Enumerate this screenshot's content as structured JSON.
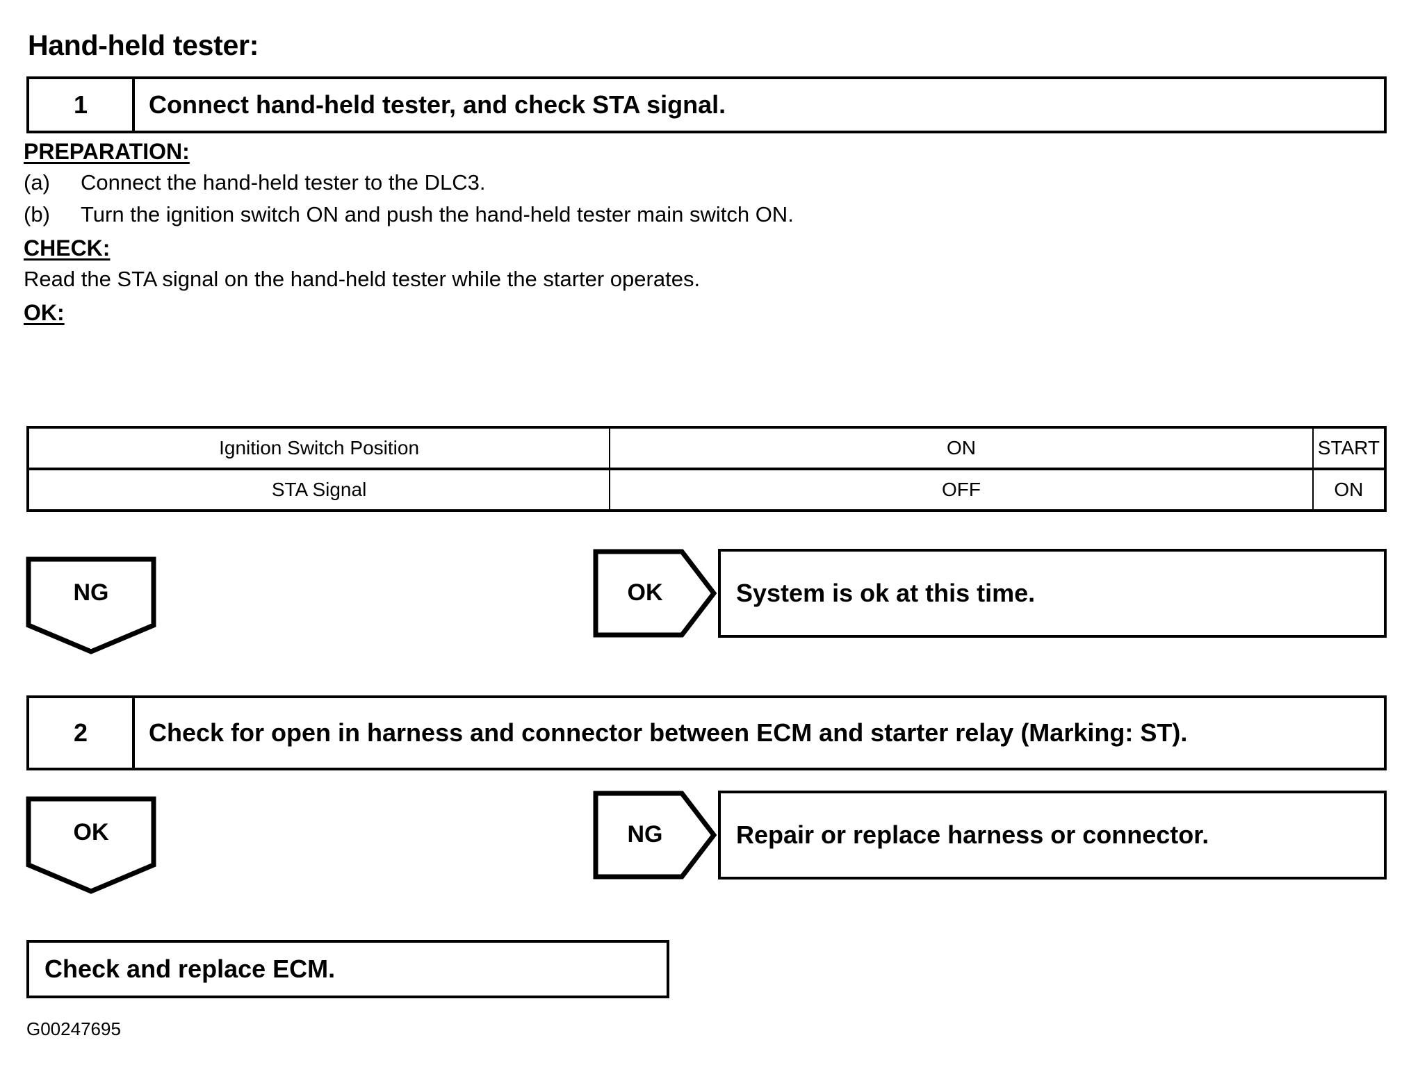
{
  "page": {
    "title": "Hand-held tester:",
    "figure_code": "G00247695"
  },
  "steps": [
    {
      "number": "1",
      "text": "Connect hand-held tester, and check STA signal."
    },
    {
      "number": "2",
      "text": "Check for open in harness and connector between ECM and starter relay (Marking: ST)."
    }
  ],
  "preparation": {
    "heading": "PREPARATION:",
    "items": [
      {
        "label": "(a)",
        "text": "Connect the hand-held tester to the DLC3."
      },
      {
        "label": "(b)",
        "text": "Turn the ignition switch ON and push the hand-held tester main switch ON."
      }
    ]
  },
  "check": {
    "heading": "CHECK:",
    "text": "Read the STA signal on the hand-held tester while the starter operates."
  },
  "ok": {
    "heading": "OK:"
  },
  "result_table": {
    "rows": [
      {
        "label": "Ignition Switch Position",
        "on": "ON",
        "start": "START"
      },
      {
        "label": "STA Signal",
        "on": "OFF",
        "start": "ON"
      }
    ]
  },
  "branches": {
    "step1_ng_label": "NG",
    "step1_ok_label": "OK",
    "step1_ok_result": "System is ok at this time.",
    "step2_ok_label": "OK",
    "step2_ng_label": "NG",
    "step2_ng_result": "Repair or replace harness or connector.",
    "final_result": "Check and replace ECM."
  }
}
